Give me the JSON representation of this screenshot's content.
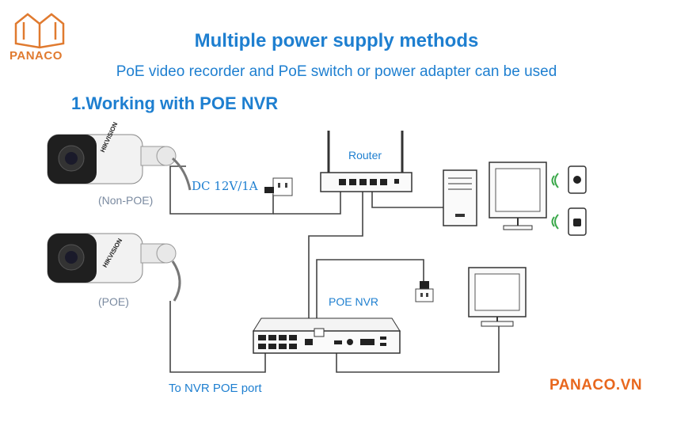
{
  "brand": {
    "logo_text": "PANACO",
    "url_text": "PANACO.VN"
  },
  "header": {
    "title": "Multiple power supply methods",
    "subtitle": "PoE video recorder and PoE switch or power adapter can be used"
  },
  "section": {
    "heading": "1.Working with POE NVR"
  },
  "labels": {
    "router": "Router",
    "dc_power": "DC 12V/1A",
    "non_poe_camera": "(Non-POE)",
    "poe_camera": "(POE)",
    "nvr": "POE NVR",
    "nvr_port": "To NVR POE port"
  },
  "camera_brand": "HIKVISION",
  "colors": {
    "accent_blue": "#1e7fd0",
    "brand_orange": "#e8671d",
    "wifi_green": "#3aa84a"
  }
}
